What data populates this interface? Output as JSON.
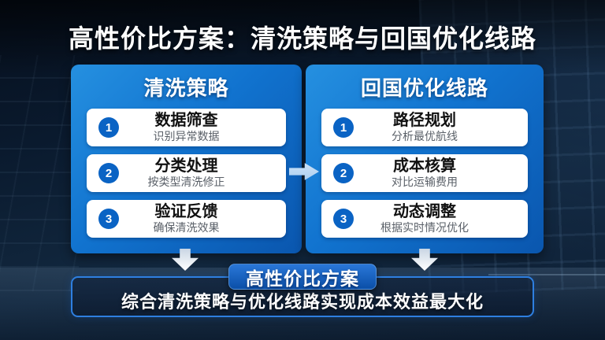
{
  "title": "高性价比方案：清洗策略与回国优化线路",
  "panels": {
    "left": {
      "header": "清洗策略",
      "steps": [
        {
          "num": "1",
          "title": "数据筛查",
          "desc": "识别异常数据"
        },
        {
          "num": "2",
          "title": "分类处理",
          "desc": "按类型清洗修正"
        },
        {
          "num": "3",
          "title": "验证反馈",
          "desc": "确保清洗效果"
        }
      ]
    },
    "right": {
      "header": "回国优化线路",
      "steps": [
        {
          "num": "1",
          "title": "路径规划",
          "desc": "分析最优航线"
        },
        {
          "num": "2",
          "title": "成本核算",
          "desc": "对比运输费用"
        },
        {
          "num": "3",
          "title": "动态调整",
          "desc": "根据实时情况优化"
        }
      ]
    }
  },
  "summary": {
    "badge": "高性价比方案",
    "text": "综合清洗策略与优化线路实现成本效益最大化"
  },
  "colors": {
    "panel_gradient_start": "#2590e0",
    "panel_gradient_end": "#0a56ae",
    "step_circle_blue": "#0a63c4",
    "card_bg": "#ffffff",
    "card_title_text": "#111111",
    "card_desc_text": "#5a6068",
    "summary_border_blue": "#2e7fe0",
    "badge_gradient_start": "#2a77d8",
    "badge_gradient_end": "#0b4fa8",
    "between_arrow_light_blue": "#b5d7f2",
    "down_arrow_white": "#ffffff"
  }
}
